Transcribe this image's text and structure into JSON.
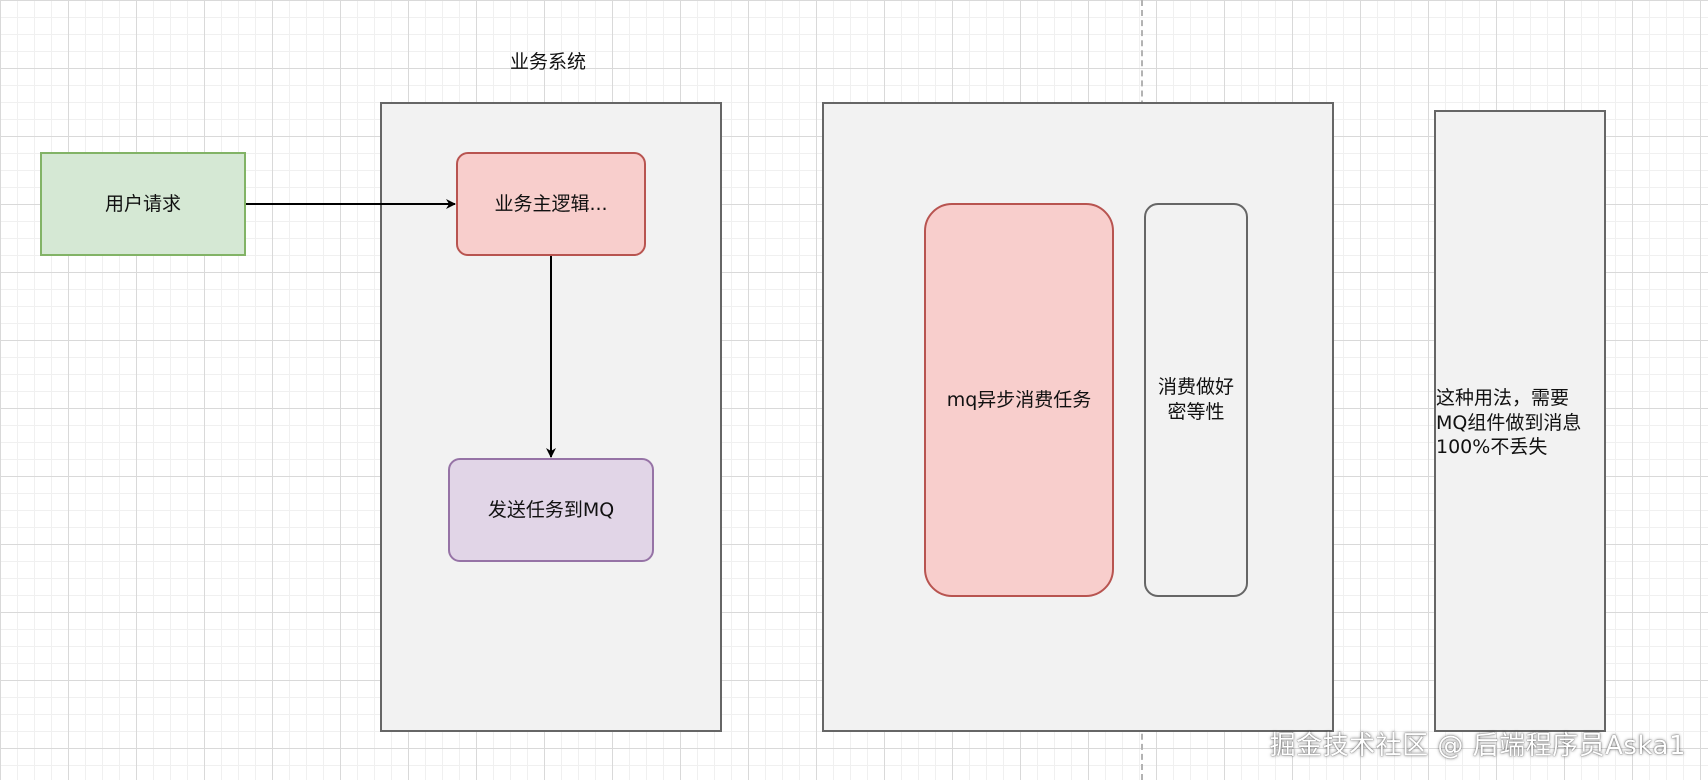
{
  "diagram": {
    "business_system_title": "业务系统",
    "user_request": "用户请求",
    "main_logic": "业务主逻辑...",
    "send_to_mq": "发送任务到MQ",
    "mq_async_consume": "mq异步消费任务",
    "idempotent_line1": "消费做好",
    "idempotent_line2": "密等性",
    "note_line1": "这种用法，需要",
    "note_line2": "MQ组件做到消息",
    "note_line3": "100%不丢失"
  },
  "watermark": "掘金技术社区 @ 后端程序员Aska1",
  "colors": {
    "user_request_fill": "#d5e8d4",
    "user_request_stroke": "#82b366",
    "main_logic_fill": "#f8cecc",
    "main_logic_stroke": "#b85450",
    "send_mq_fill": "#e1d5e7",
    "send_mq_stroke": "#9673a6",
    "container_fill": "#f2f2f2",
    "container_stroke": "#666666"
  }
}
